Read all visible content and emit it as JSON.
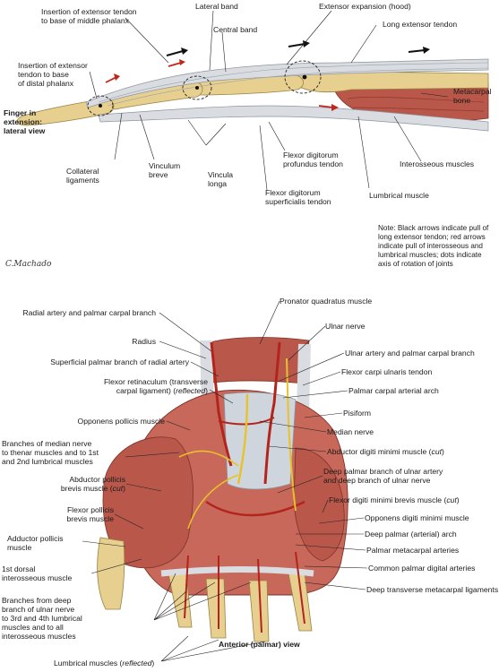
{
  "top": {
    "panel_title": "Finger in\nextension:\nlateral view",
    "labels": {
      "insertion_middle": "Insertion of extensor tendon\nto base of middle phalanx",
      "lateral_band": "Lateral band",
      "central_band": "Central band",
      "extensor_expansion": "Extensor expansion (hood)",
      "long_extensor_tendon": "Long extensor tendon",
      "insertion_distal": "Insertion of extensor\ntendon to base\nof distal phalanx",
      "metacarpal_bone": "Metacarpal\nbone",
      "collateral_ligaments": "Collateral\nligaments",
      "vinculum_breve": "Vinculum\nbreve",
      "vincula_longa": "Vincula\nlonga",
      "fdp_tendon": "Flexor digitorum\nprofundus tendon",
      "interosseous_muscles": "Interosseous muscles",
      "fds_tendon": "Flexor digitorum\nsuperficialis tendon",
      "lumbrical_muscle": "Lumbrical muscle"
    },
    "note": "Note: Black arrows indicate pull of\nlong extensor tendon; red arrows\nindicate pull of interosseous and\nlumbrical muscles; dots indicate\naxis of rotation of joints",
    "signature": "C.Machado"
  },
  "bottom": {
    "view_label": "Anterior (palmar) view",
    "left_labels": {
      "radial_artery": "Radial artery and palmar carpal branch",
      "radius": "Radius",
      "superficial_palmar": "Superficial palmar branch of radial artery",
      "flexor_retinaculum_1": "Flexor retinaculum (transverse",
      "flexor_retinaculum_2": "carpal ligament) (",
      "flexor_retinaculum_3": "reflected",
      "flexor_retinaculum_4": ")",
      "opponens_pollicis": "Opponens pollicis muscle",
      "branches_median": "Branches of median nerve\nto thenar muscles and to 1st\nand 2nd lumbrical muscles",
      "abductor_pollicis_1": "Abductor pollicis",
      "abductor_pollicis_2": "brevis muscle (",
      "abductor_pollicis_3": "cut",
      "abductor_pollicis_4": ")",
      "flexor_pollicis": "Flexor pollicis\nbrevis muscle",
      "adductor_pollicis": "Adductor pollicis\nmuscle",
      "first_dorsal": "1st dorsal\ninterosseous muscle",
      "branches_deep": "Branches from deep\nbranch of ulnar nerve\nto 3rd and 4th lumbrical\nmuscles and to all\ninterosseous muscles",
      "lumbrical_1": "Lumbrical muscles (",
      "lumbrical_2": "reflected",
      "lumbrical_3": ")"
    },
    "right_labels": {
      "pronator": "Pronator quadratus muscle",
      "ulnar_nerve": "Ulnar nerve",
      "ulnar_artery": "Ulnar artery and palmar carpal branch",
      "fcu_tendon": "Flexor carpi ulnaris tendon",
      "palmar_carpal_arch": "Palmar carpal arterial arch",
      "pisiform": "Pisiform",
      "median_nerve": "Median nerve",
      "abductor_dm_1": "Abductor digiti minimi muscle (",
      "abductor_dm_2": "cut",
      "abductor_dm_3": ")",
      "deep_palmar_branch": "Deep palmar branch of ulnar artery\nand deep branch of ulnar nerve",
      "flexor_dm_1": "Flexor digiti minimi brevis muscle (",
      "flexor_dm_2": "cut",
      "flexor_dm_3": ")",
      "opponens_dm": "Opponens digiti minimi muscle",
      "deep_palmar_arch": "Deep palmar (arterial) arch",
      "palmar_metacarpal": "Palmar metacarpal arteries",
      "common_palmar": "Common palmar digital arteries",
      "deep_transverse": "Deep transverse metacarpal ligaments"
    }
  },
  "colors": {
    "bone": "#e7cf8f",
    "tendon": "#d9dde2",
    "muscle": "#b8574a",
    "artery": "#b3241d",
    "nerve": "#e8c22a",
    "leader": "#222222"
  }
}
